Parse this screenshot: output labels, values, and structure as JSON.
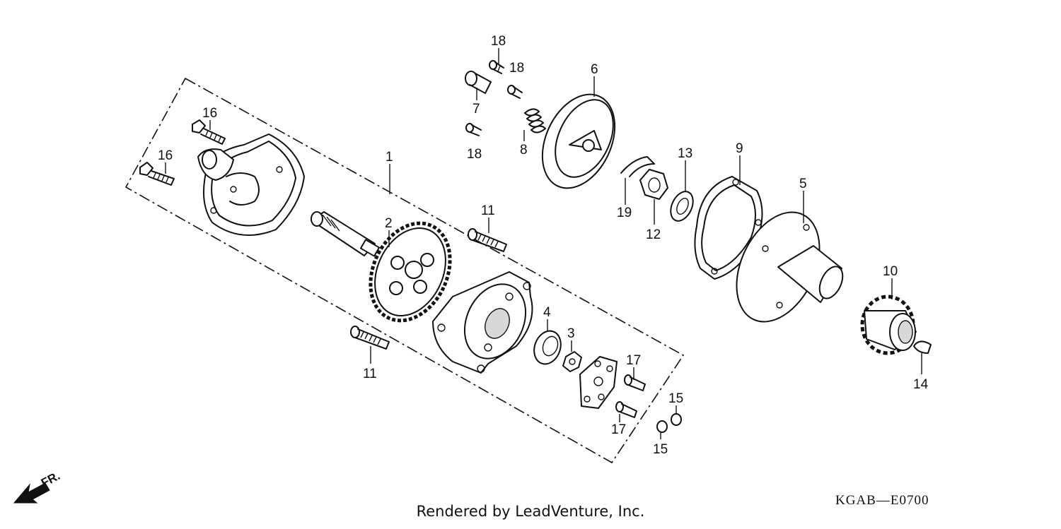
{
  "diagram_code": "KGAB—E0700",
  "footer": "Rendered by LeadVenture, Inc.",
  "front_arrow_label": "FR.",
  "callouts": {
    "c1": "1",
    "c2": "2",
    "c3": "3",
    "c4": "4",
    "c5": "5",
    "c6": "6",
    "c7": "7",
    "c8": "8",
    "c9": "9",
    "c10": "10",
    "c11a": "11",
    "c11b": "11",
    "c12": "12",
    "c13": "13",
    "c14": "14",
    "c15a": "15",
    "c15b": "15",
    "c16a": "16",
    "c16b": "16",
    "c17a": "17",
    "c17b": "17",
    "c18a": "18",
    "c18b": "18",
    "c18c": "18",
    "c19": "19"
  }
}
